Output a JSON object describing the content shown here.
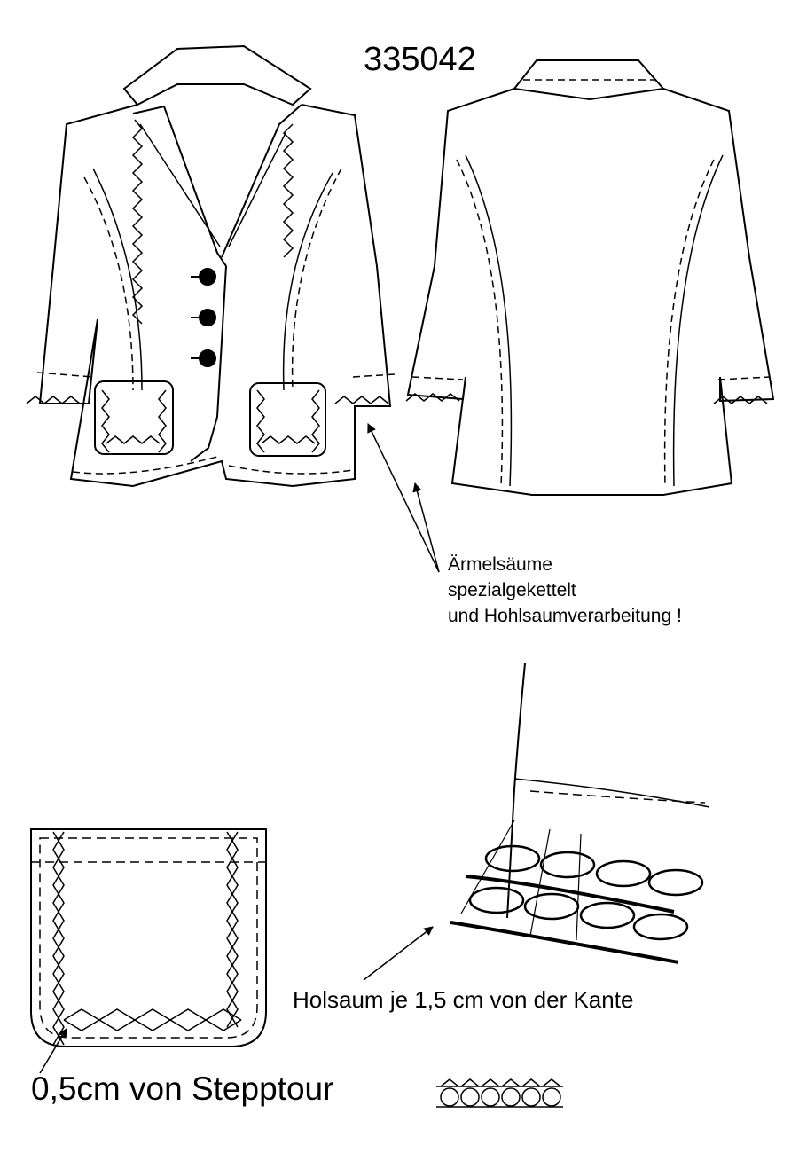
{
  "model_number": "335042",
  "sleeve_note": {
    "line1": "Ärmelsäume",
    "line2": "spezialgekettelt",
    "line3": "und Hohlsaumverarbeitung !"
  },
  "hem_note": "Holsaum je 1,5 cm von der Kante",
  "stitch_note": "0,5cm von Stepptour",
  "colors": {
    "ink": "#000000",
    "paper": "#ffffff"
  }
}
